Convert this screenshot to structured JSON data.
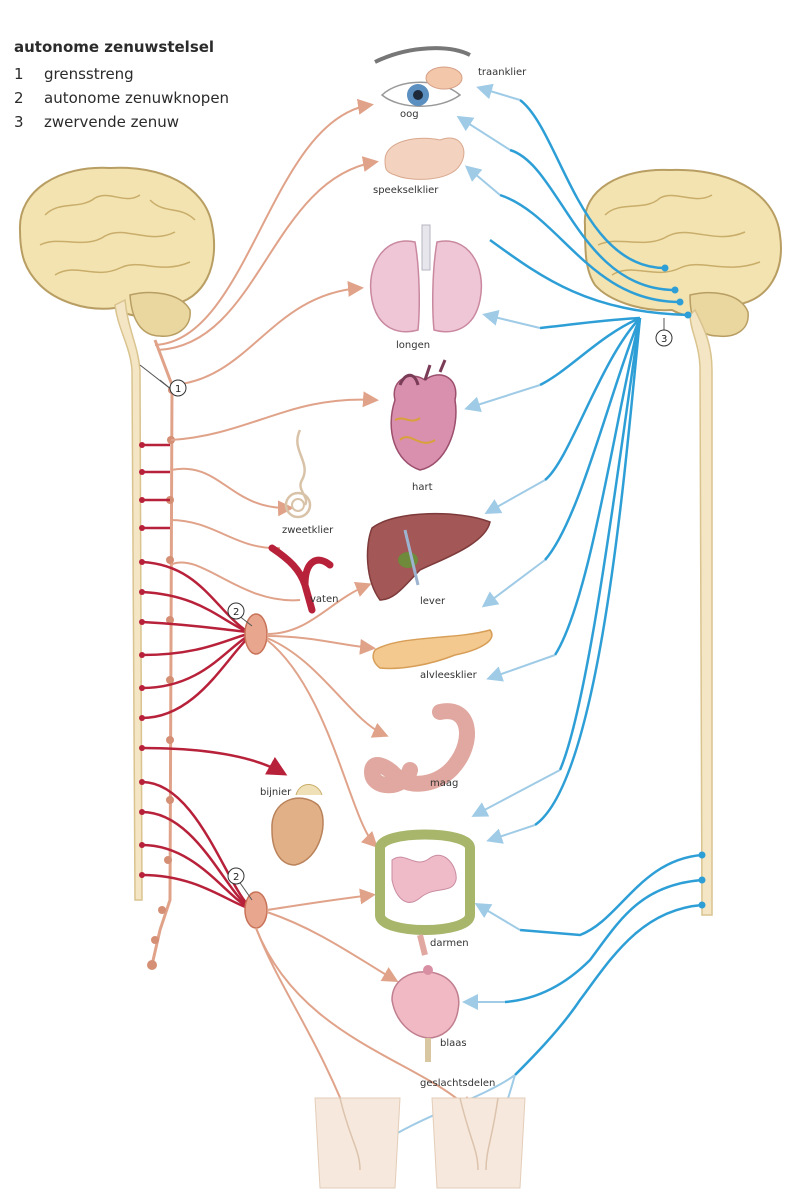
{
  "legend": {
    "title": "autonome zenuwstelsel",
    "items": [
      {
        "num": "1",
        "text": "grensstreng"
      },
      {
        "num": "2",
        "text": "autonome zenuwknopen"
      },
      {
        "num": "3",
        "text": "zwervende zenuw"
      }
    ]
  },
  "organs": {
    "traanklier": "traanklier",
    "oog": "oog",
    "speekselklier": "speekselklier",
    "longen": "longen",
    "hart": "hart",
    "zweetklier": "zweetklier",
    "vaten": "vaten",
    "lever": "lever",
    "alvleesklier": "alvleesklier",
    "maag": "maag",
    "bijnier": "bijnier",
    "darmen": "darmen",
    "blaas": "blaas",
    "geslachtsdelen": "geslachtsdelen"
  },
  "markers": {
    "m1": "1",
    "m2a": "2",
    "m2b": "2",
    "m3": "3"
  },
  "colors": {
    "sympathetic": "#e0a38a",
    "sympathetic_pre": "#b8213a",
    "parasympathetic": "#2e9fd6",
    "parasympathetic_light": "#9fcbe6",
    "brain": "#f3e3b0",
    "brain_outline": "#b89e63",
    "spine": "#f4e6c4"
  }
}
